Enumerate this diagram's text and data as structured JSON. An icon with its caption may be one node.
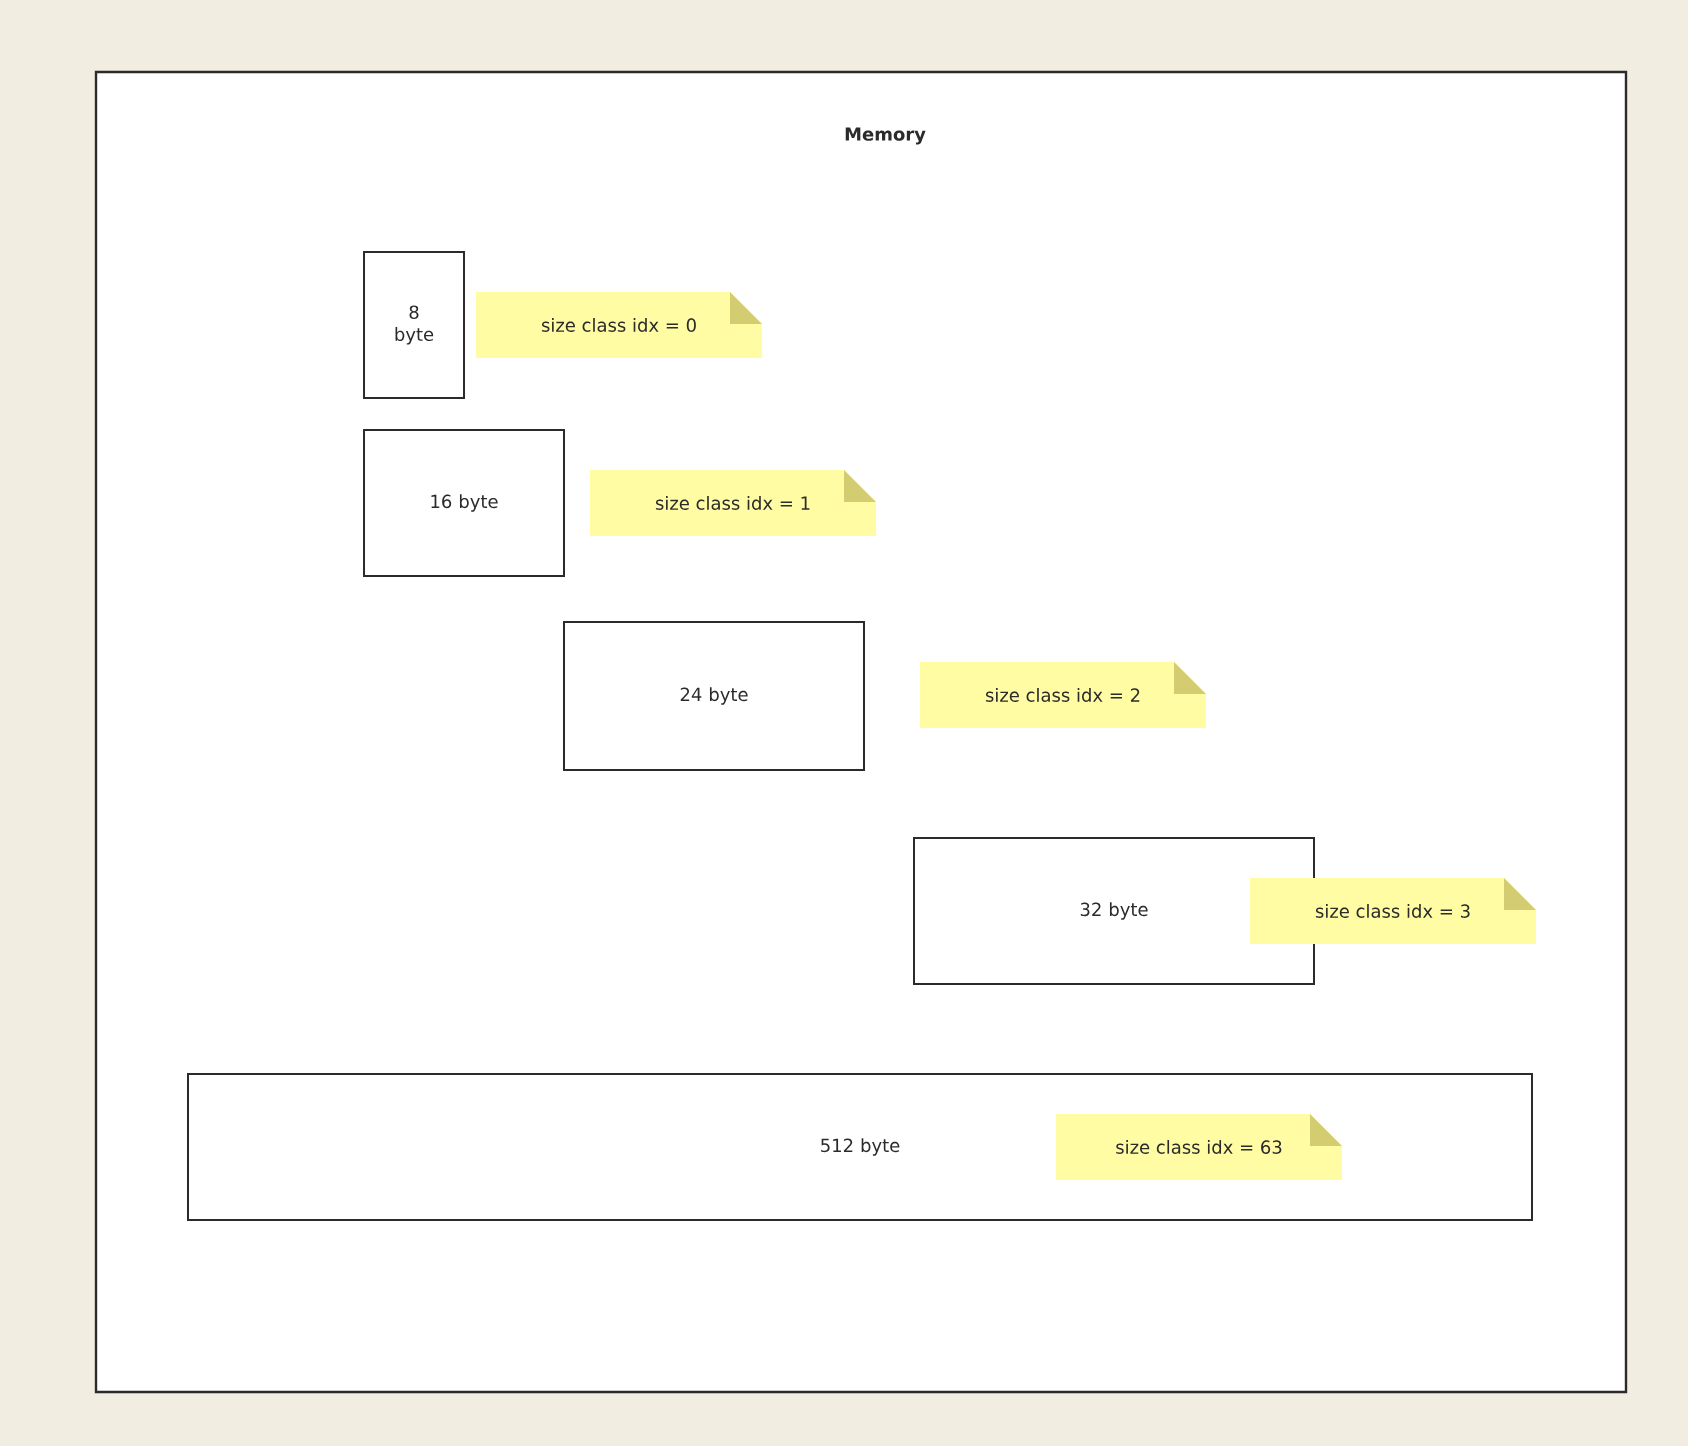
{
  "diagram": {
    "nodes": [
      {
        "text": [
          "Memory"
        ]
      },
      {
        "text": [
          "8 byte"
        ],
        "in": 0
      },
      {
        "text": [
          "size class idx = 0"
        ],
        "in": 0
      },
      {
        "text": [
          "16 byte"
        ],
        "in": 0
      },
      {
        "text": [
          "size class idx = 1"
        ],
        "in": 0
      },
      {
        "text": [
          "24 byte"
        ],
        "in": 0
      },
      {
        "text": [
          "size class idx = 2"
        ],
        "in": 0
      },
      {
        "text": [
          "32 byte"
        ],
        "in": 0
      },
      {
        "text": [
          "size class idx = 3"
        ],
        "in": 0
      },
      {
        "text": [
          "512 byte"
        ],
        "in": 0
      },
      {
        "text": [
          "size class idx = 63"
        ],
        "in": 9
      }
    ]
  }
}
